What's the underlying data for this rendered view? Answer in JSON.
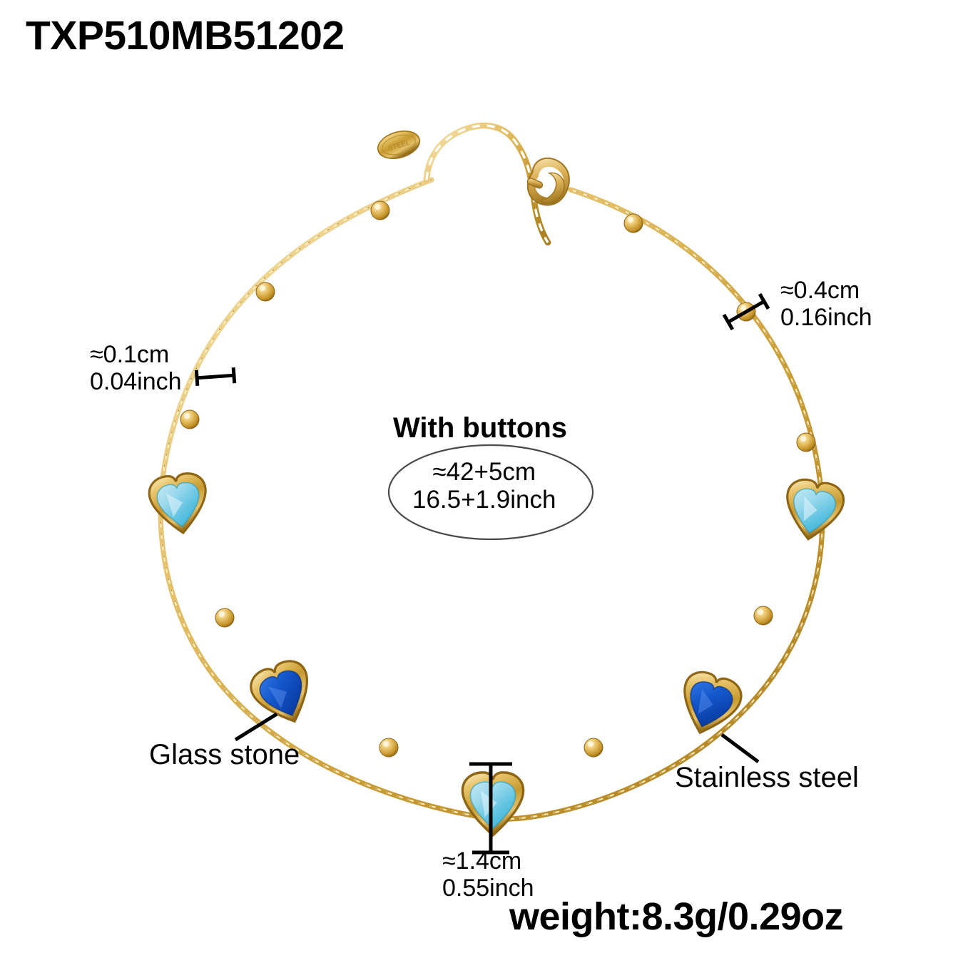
{
  "product": {
    "code": "TXP510MB51202",
    "weight": "weight:8.3g/0.29oz"
  },
  "annotations": {
    "chain_width": {
      "cm": "≈0.1cm",
      "inch": "0.04inch"
    },
    "bead_size": {
      "cm": "≈0.4cm",
      "inch": "0.16inch"
    },
    "heart_size": {
      "cm": "≈1.4cm",
      "inch": "0.55inch"
    },
    "length": {
      "title": "With buttons",
      "cm": "≈42+5cm",
      "inch": "16.5+1.9inch"
    },
    "material_stone": "Glass stone",
    "material_metal": "Stainless steel"
  },
  "colors": {
    "gold_light": "#f2d99a",
    "gold_mid": "#d9ad4e",
    "gold_dark": "#9e7420",
    "stone_light_blue": "#8ed2e8",
    "stone_light_blue_deep": "#39b6dd",
    "stone_dark_blue": "#0b51c6",
    "stone_dark_blue_deep": "#063a9b",
    "text": "#000000",
    "background": "#ffffff"
  }
}
